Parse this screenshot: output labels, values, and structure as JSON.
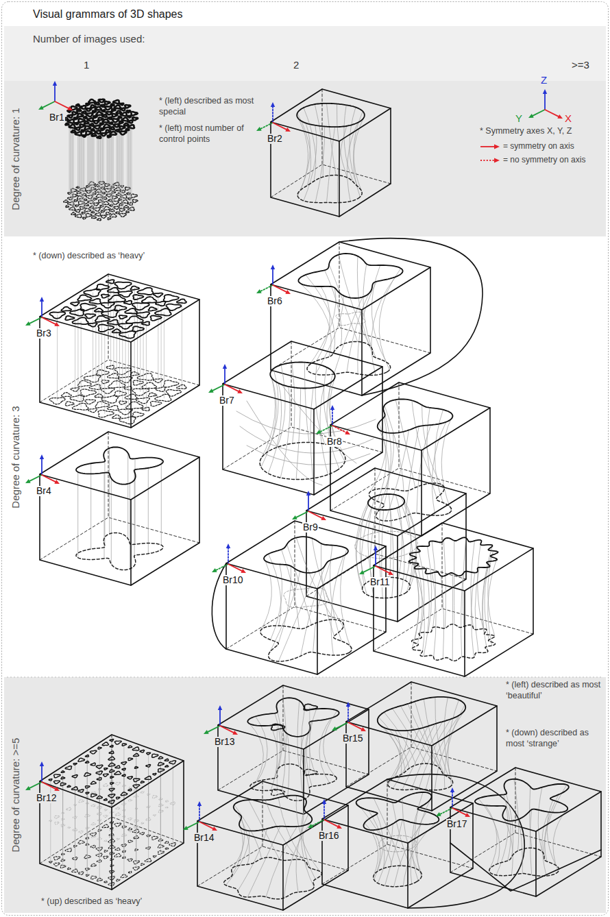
{
  "diagram": {
    "title": "Visual grammars of 3D shapes",
    "nodes": [
      {
        "text": [
          "Degree of curvature: 1"
        ]
      },
      {
        "text": [
          "Degree of curvature: 3"
        ]
      },
      {
        "text": [
          "Degree of curvature: >=5"
        ]
      }
    ],
    "labels": [
      "Number of images used:",
      "1",
      "2",
      ">=3",
      "Br1",
      "* (left) described as most special",
      "* (left) most number of control points",
      "Br2",
      "Z",
      "Y",
      "X",
      "* Symmetry axes X, Y, Z",
      "* (down) described as ‘heavy’",
      "Br3",
      "Br6",
      "Br7",
      "Br8",
      "Br4",
      "Br9",
      "Br10",
      "Br11",
      "* (left) described as most ‘beautiful’",
      "Br13",
      "Br15",
      "* (down) described as most ‘strange’",
      "Br12",
      "Br14",
      "Br16",
      "Br17",
      "* (up) described as ‘heavy’"
    ],
    "legend": [
      {
        "text": "= symmetry on axis"
      },
      {
        "text": "= no symmetry on axis"
      }
    ]
  }
}
